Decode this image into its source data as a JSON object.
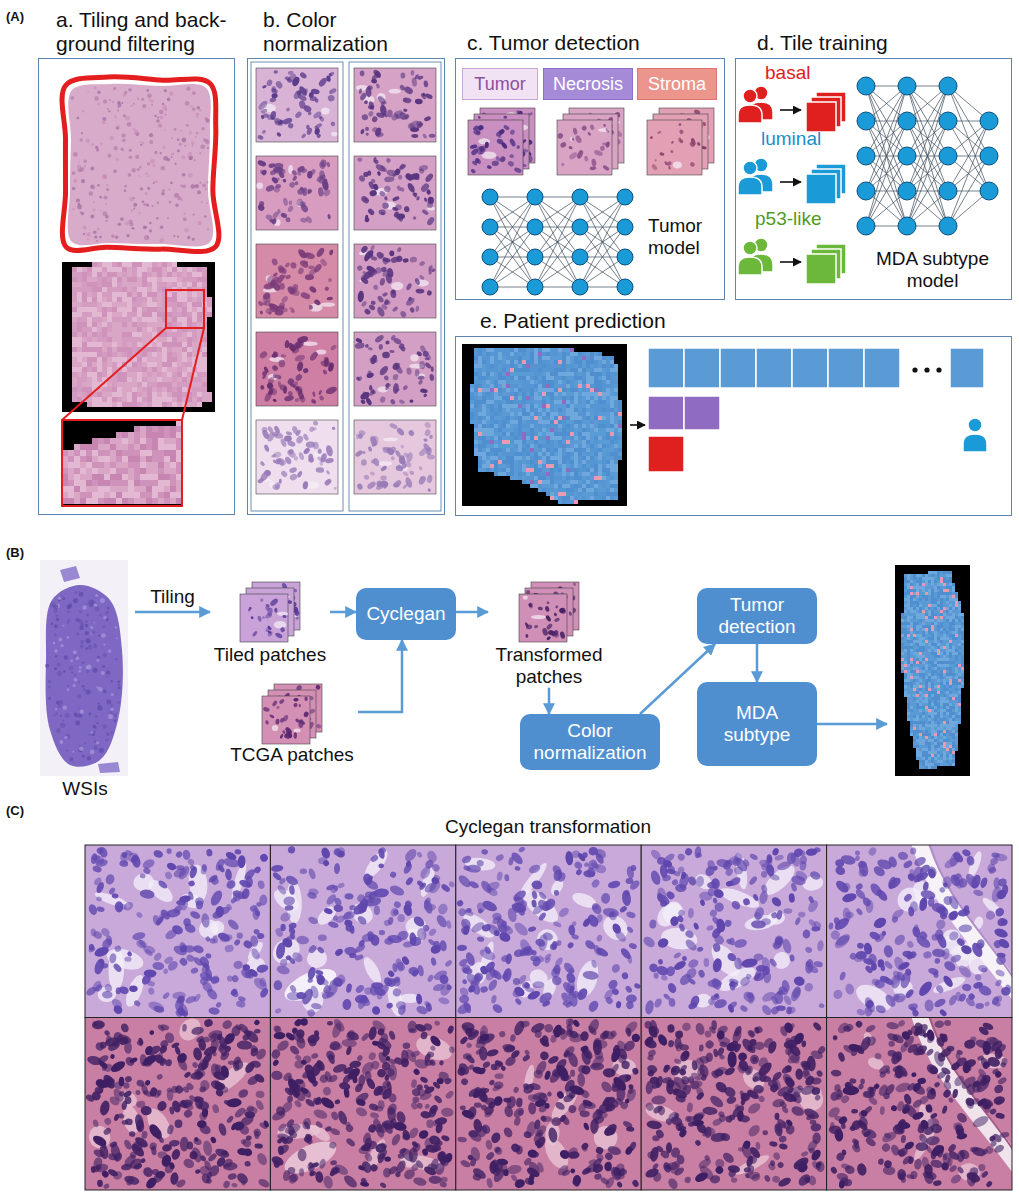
{
  "diagram": {
    "nodes": [
      {
        "text": [
          "a. Tiling and back- ground filtering"
        ]
      },
      {
        "text": [
          "b. Color normalization"
        ]
      },
      {
        "text": [
          "c. Tumor detection",
          "Tumor model"
        ]
      },
      {
        "text": [
          "Tumor"
        ],
        "in": 2
      },
      {
        "text": [
          "Necrosis"
        ],
        "in": 2
      },
      {
        "text": [
          "Stroma"
        ],
        "in": 2
      },
      {
        "text": [
          "d. Tile training",
          "basal",
          "luminal",
          "p53-like",
          "MDA subtype model"
        ]
      },
      {
        "text": [
          "e. Patient prediction"
        ]
      },
      {
        "text": [
          "WSIs"
        ]
      },
      {
        "text": [
          "Tiled patches"
        ]
      },
      {
        "text": [
          "TCGA patches"
        ]
      },
      {
        "text": [
          "Cyclegan"
        ]
      },
      {
        "text": [
          "Transformed patches"
        ]
      },
      {
        "text": [
          "Color normalization"
        ]
      },
      {
        "text": [
          "Tumor detection"
        ]
      },
      {
        "text": [
          "MDA subtype"
        ]
      }
    ],
    "edges": [
      {
        "from": 8,
        "to": 9,
        "arrow": "to",
        "label": "Tiling"
      },
      {
        "from": 9,
        "to": 11,
        "arrow": "to"
      },
      {
        "from": 10,
        "to": 11,
        "arrow": "to"
      },
      {
        "from": 11,
        "to": 12,
        "arrow": "to"
      },
      {
        "from": 12,
        "to": 13,
        "arrow": "to"
      },
      {
        "from": 13,
        "to": 14,
        "arrow": "to"
      },
      {
        "from": 14,
        "to": 15,
        "arrow": "to"
      }
    ],
    "labels": [
      "(A)",
      "(B)",
      "(C)",
      "Cyclegan transformation"
    ]
  }
}
